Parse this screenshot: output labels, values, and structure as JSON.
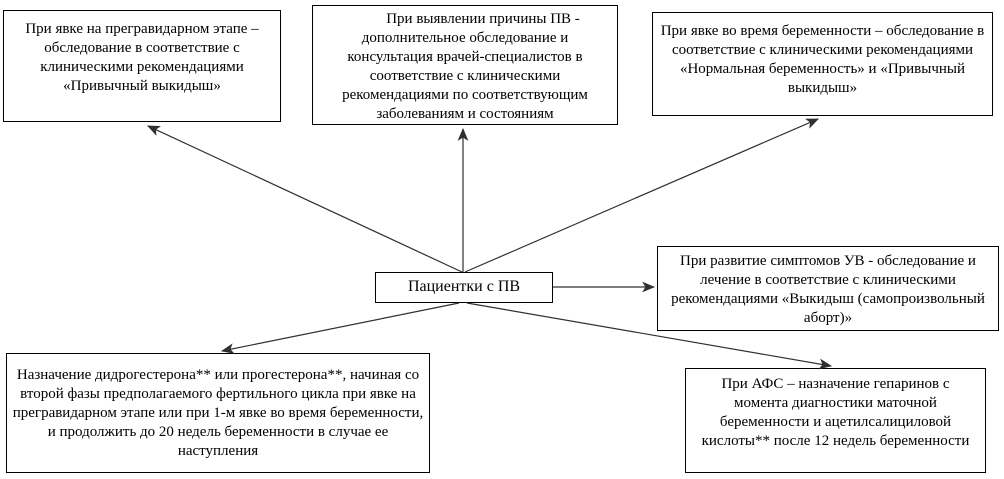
{
  "diagram": {
    "title_hint": "Clinical pathway flowchart for patients with recurrent miscarriage (ПВ)",
    "center_node": {
      "label": "Пациентки с ПВ"
    },
    "nodes": {
      "top_left": {
        "text": "При явке на прегравидарном этапе – обследование в соответствие с клиническими рекомендациями «Привычный выкидыш»"
      },
      "top_middle": {
        "text": "При выявлении причины ПВ - дополнительное обследование и консультация врачей-специалистов в соответствие с клиническими рекомендациями по соответствующим заболеваниям и состояниям"
      },
      "top_right": {
        "text": "При явке во время беременности – обследование в соответствие с клиническими рекомендациями «Нормальная беременность» и «Привычный выкидыш»"
      },
      "middle_right": {
        "text": "При развитие симптомов УВ - обследование и лечение в соответствие с клиническими рекомендациями «Выкидыш (самопроизвольный аборт)»"
      },
      "bottom_left": {
        "text": "Назначение дидрогестерона** или прогестерона**, начиная со второй фазы предполагаемого фертильного цикла при явке на прегравидарном этапе или при 1-м явке во время беременности, и продолжить до 20 недель беременности в случае ее наступления"
      },
      "bottom_right": {
        "text": "При АФС – назначение гепаринов с момента диагностики маточной беременности и ацетилсалициловой кислоты** после 12 недель беременности"
      }
    },
    "connections": [
      {
        "from": "center",
        "to": "top_left"
      },
      {
        "from": "center",
        "to": "top_middle"
      },
      {
        "from": "center",
        "to": "top_right"
      },
      {
        "from": "center",
        "to": "middle_right"
      },
      {
        "from": "center",
        "to": "bottom_left"
      },
      {
        "from": "center",
        "to": "bottom_right"
      }
    ],
    "colors": {
      "box_border": "#000000",
      "box_background": "#ffffff",
      "text": "#000000",
      "arrow": "#303030"
    }
  }
}
